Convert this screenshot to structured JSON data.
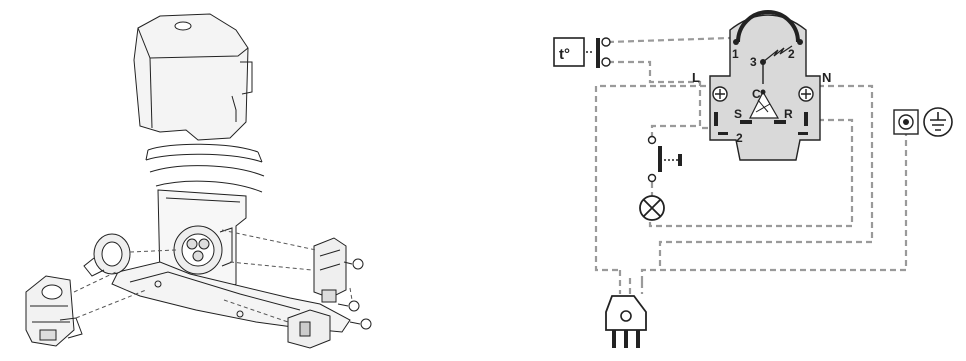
{
  "exploded_view": {
    "parts": [
      "compressor-cover",
      "compressor-body",
      "mounting-plate",
      "terminal-block",
      "ptc-starter",
      "overload-protector",
      "relay-bracket",
      "screws"
    ]
  },
  "wiring_diagram": {
    "terminal_left": "L",
    "terminal_right": "N",
    "contact_1": "1",
    "contact_2": "2",
    "contact_3": "3",
    "pin_common": "C",
    "pin_start": "S",
    "pin_run": "R",
    "contact_2_lower": "2",
    "thermostat_label": "t°",
    "icons": [
      "thermostat-icon",
      "door-switch-icon",
      "lamp-icon",
      "ground-icon",
      "plug-icon"
    ]
  },
  "colors": {
    "wire": "#9a9a9a",
    "protector_body": "#d9d9d9",
    "outline": "#222222"
  }
}
